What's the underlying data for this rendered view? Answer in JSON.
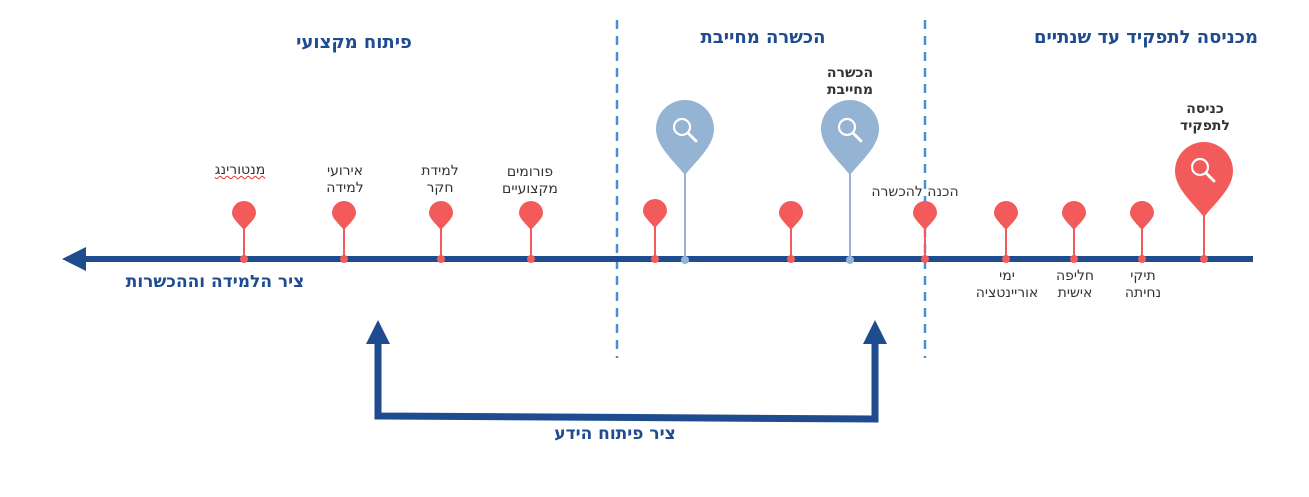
{
  "sections": {
    "entry": "מכניסה לתפקיד עד שנתיים",
    "mandatory": "הכשרה מחייבת",
    "professional": "פיתוח מקצועי"
  },
  "axes": {
    "learning_axis": "ציר הלמידה וההכשרות",
    "knowledge_axis": "ציר פיתוח הידע"
  },
  "milestones": {
    "role_entry": [
      "כניסה",
      "לתפקיד"
    ],
    "mandatory_training": [
      "הכשרה",
      "מחייבת"
    ],
    "training_prep": "הכנה להכשרה",
    "orientation_days": [
      "ימי",
      "אוריינטציה"
    ],
    "personal_outfit": [
      "חליפה",
      "אישית"
    ],
    "landing_kit": [
      "תיקי",
      "נחיתה"
    ],
    "pro_forums": [
      "פורומים",
      "מקצועיים"
    ],
    "research_learning": [
      "למידת",
      "חקר"
    ],
    "learning_events": [
      "אירועי",
      "למידה"
    ],
    "mentoring": "מנטורינג"
  },
  "colors": {
    "axis": "#1f4b8f",
    "red_pin": "#f35b5b",
    "blue_pin": "#95b3d3",
    "divider": "#4a90d0"
  }
}
